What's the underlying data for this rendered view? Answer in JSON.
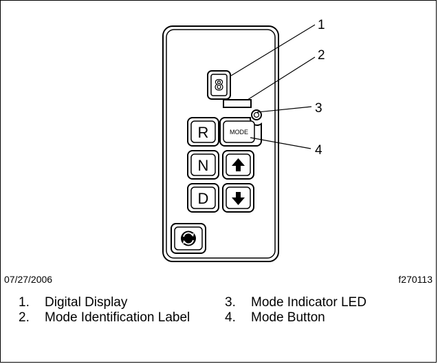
{
  "diagram": {
    "keys": {
      "display_glyph": "8",
      "reverse": "R",
      "neutral": "N",
      "drive": "D",
      "mode": "MODE",
      "up_arrow_icon": "up-arrow-icon",
      "down_arrow_icon": "down-arrow-icon",
      "diagnostic_icon": "circular-arrows-icon"
    },
    "callouts": [
      "1",
      "2",
      "3",
      "4"
    ]
  },
  "footer": {
    "date": "07/27/2006",
    "figure_id": "f270113"
  },
  "legend": {
    "left": [
      {
        "num": "1.",
        "text": "Digital Display"
      },
      {
        "num": "2.",
        "text": "Mode Identification Label"
      }
    ],
    "right": [
      {
        "num": "3.",
        "text": "Mode Indicator LED"
      },
      {
        "num": "4.",
        "text": "Mode Button"
      }
    ]
  }
}
